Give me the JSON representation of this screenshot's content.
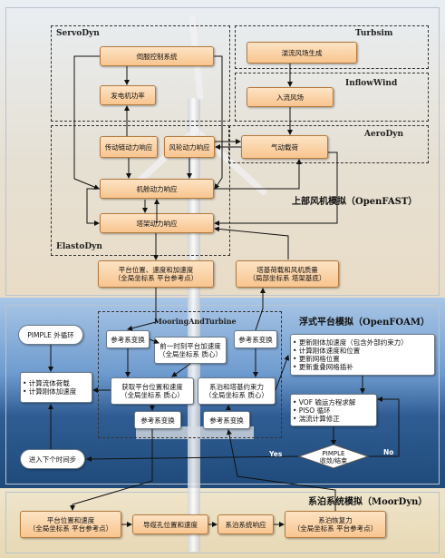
{
  "openfast": {
    "title": "上部风机模拟（OpenFAST）",
    "servodyn": {
      "label": "ServoDyn",
      "servo": "伺服控制系统",
      "gen_power": "发电机功率"
    },
    "turbsim": {
      "label": "Turbsim",
      "turb_gen": "湍流风场生成"
    },
    "inflowwind": {
      "label": "InflowWind",
      "inflow": "入流风场"
    },
    "aerodyn": {
      "label": "AeroDyn",
      "aero_load": "气动载荷"
    },
    "elastodyn": {
      "label": "ElastoDyn",
      "drivetrain": "传动链动力响应",
      "rotor": "风轮动力响应",
      "nacelle": "机舱动力响应",
      "tower": "塔架动力响应"
    },
    "outputs": {
      "platform_pos": "平台位置、速度和加速度\n（全局坐标系  平台参考点）",
      "tower_load": "塔基荷载和风机质量\n（局部坐标系  塔架基底）"
    }
  },
  "openfoam": {
    "title": "浮式平台模拟（OpenFOAM）",
    "pimple_outer": "PIMPLE 外循环",
    "compute_list": "• 计算流体荷载\n• 计算刚体加速度",
    "mooring_turbine": {
      "label": "MooringAndTurbine",
      "ref_transform_1": "参考系变换",
      "prev_accel": "前一时刻平台加速度\n（全局坐标系  质心）",
      "get_platform": "获取平台位置和速度\n（全局坐标系  质心）",
      "ref_transform_2": "参考系变换",
      "ref_transform_3": "参考系变换",
      "constraint": "系泊和塔基约束力\n（全局坐标系  质心）",
      "ref_transform_4": "参考系变换"
    },
    "update_list": "• 更新刚体加速度（包含外部约束力）\n• 计算刚体速度和位置\n• 更新网格位置\n• 更新重叠网格插补",
    "solve_list": "• VOF 输运方程求解\n• PISO 循环\n• 湍流计算修正",
    "next_step": "进入下个时间步",
    "converge": "PIMPLE\n收敛/结束",
    "yes": "Yes",
    "no": "No"
  },
  "moordyn": {
    "title": "系泊系统模拟（MoorDyn）",
    "platform_pos": "平台位置和速度\n（全局坐标系  平台参考点）",
    "fairlead": "导缆孔位置和速度",
    "mooring_response": "系泊系统响应",
    "restoring": "系泊恢复力\n（全局坐标系  平台参考点）"
  }
}
